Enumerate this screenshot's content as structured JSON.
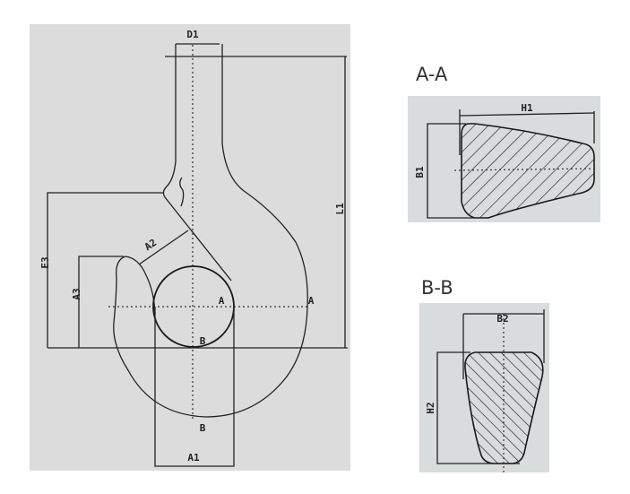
{
  "main_view": {
    "labels": {
      "D1": "D1",
      "L1": "L1",
      "E3": "E3",
      "A3": "A3",
      "A2": "A2",
      "A1": "A1",
      "A_inner": "A",
      "A_outer": "A",
      "B_top": "B",
      "B_bottom": "B"
    }
  },
  "section_aa": {
    "title": "A-A",
    "labels": {
      "H1": "H1",
      "B1": "B1"
    }
  },
  "section_bb": {
    "title": "B-B",
    "labels": {
      "B2": "B2",
      "H2": "H2"
    }
  },
  "colors": {
    "paper": "#dcdcdc",
    "section_paper": "#d9dcdc",
    "line": "#222222"
  }
}
